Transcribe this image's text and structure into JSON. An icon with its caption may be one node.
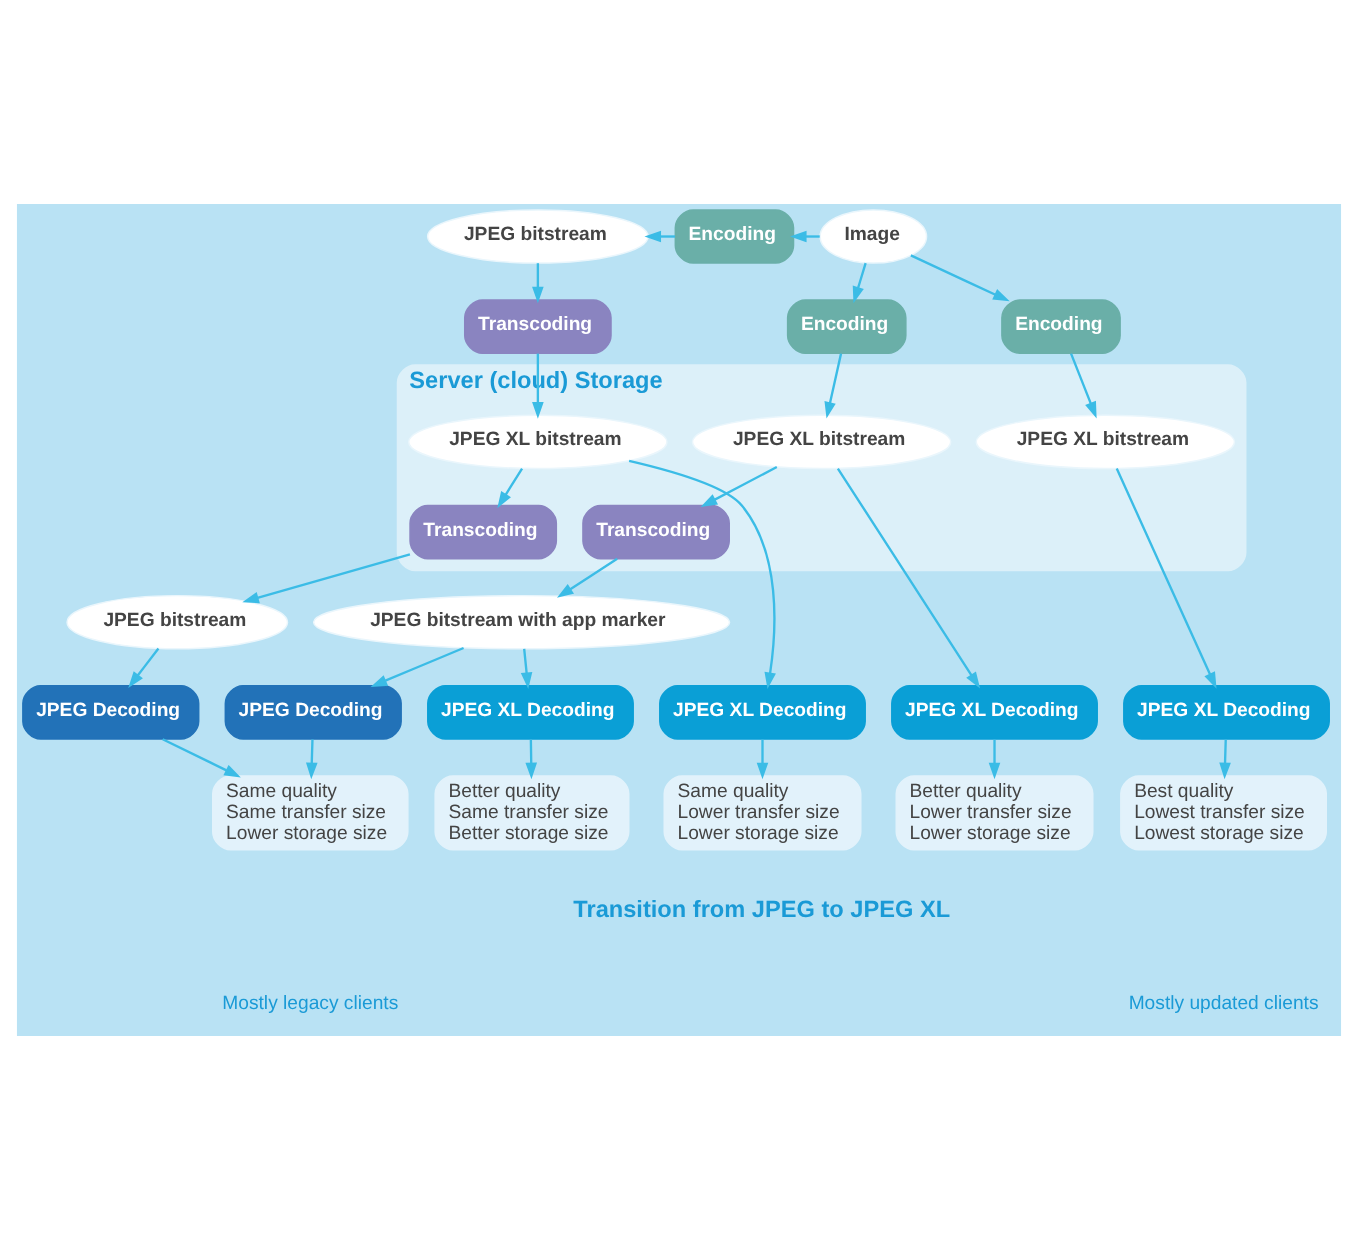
{
  "diagram": {
    "nodes": [
      {
        "text": [
          "Server (cloud) Storage"
        ]
      },
      {
        "text": [
          "Image"
        ]
      },
      {
        "text": [
          "Encoding"
        ]
      },
      {
        "text": [
          "JPEG bitstream"
        ]
      },
      {
        "text": [
          "Transcoding"
        ]
      },
      {
        "text": [
          "Encoding"
        ]
      },
      {
        "text": [
          "Encoding"
        ]
      },
      {
        "text": [
          "JPEG XL bitstream"
        ],
        "in": 0
      },
      {
        "text": [
          "JPEG XL bitstream"
        ],
        "in": 0
      },
      {
        "text": [
          "JPEG XL bitstream"
        ],
        "in": 0
      },
      {
        "text": [
          "Transcoding"
        ],
        "in": 0
      },
      {
        "text": [
          "Transcoding"
        ],
        "in": 0
      },
      {
        "text": [
          "JPEG bitstream"
        ]
      },
      {
        "text": [
          "JPEG bitstream with app marker"
        ]
      },
      {
        "text": [
          "JPEG Decoding"
        ]
      },
      {
        "text": [
          "JPEG Decoding"
        ]
      },
      {
        "text": [
          "JPEG XL Decoding"
        ]
      },
      {
        "text": [
          "JPEG XL Decoding"
        ]
      },
      {
        "text": [
          "JPEG XL Decoding"
        ]
      },
      {
        "text": [
          "JPEG XL Decoding"
        ]
      },
      {
        "text": [
          "Same quality",
          "Same transfer size",
          "Lower storage size"
        ]
      },
      {
        "text": [
          "Better quality",
          "Same transfer size",
          "Better storage size"
        ]
      },
      {
        "text": [
          "Same quality",
          "Lower transfer size",
          "Lower storage size"
        ]
      },
      {
        "text": [
          "Better quality",
          "Lower transfer size",
          "Lower storage size"
        ]
      },
      {
        "text": [
          "Best quality",
          "Lowest transfer size",
          "Lowest storage size"
        ]
      }
    ],
    "edges": [
      {
        "from": 1,
        "to": 2,
        "arrow": "to"
      },
      {
        "from": 2,
        "to": 3,
        "arrow": "to"
      },
      {
        "from": 1,
        "to": 5,
        "arrow": "to"
      },
      {
        "from": 1,
        "to": 6,
        "arrow": "to"
      },
      {
        "from": 3,
        "to": 4,
        "arrow": "to"
      },
      {
        "from": 4,
        "to": 7,
        "arrow": "to"
      },
      {
        "from": 5,
        "to": 8,
        "arrow": "to"
      },
      {
        "from": 6,
        "to": 9,
        "arrow": "to"
      },
      {
        "from": 7,
        "to": 10,
        "arrow": "to"
      },
      {
        "from": 7,
        "to": 17,
        "arrow": "to"
      },
      {
        "from": 8,
        "to": 11,
        "arrow": "to"
      },
      {
        "from": 8,
        "to": 18,
        "arrow": "to"
      },
      {
        "from": 9,
        "to": 19,
        "arrow": "to"
      },
      {
        "from": 10,
        "to": 12,
        "arrow": "to"
      },
      {
        "from": 11,
        "to": 13,
        "arrow": "to"
      },
      {
        "from": 12,
        "to": 14,
        "arrow": "to"
      },
      {
        "from": 13,
        "to": 15,
        "arrow": "to"
      },
      {
        "from": 13,
        "to": 16,
        "arrow": "to"
      },
      {
        "from": 14,
        "to": 20,
        "arrow": "to"
      },
      {
        "from": 15,
        "to": 20,
        "arrow": "to"
      },
      {
        "from": 16,
        "to": 21,
        "arrow": "to"
      },
      {
        "from": 17,
        "to": 22,
        "arrow": "to"
      },
      {
        "from": 18,
        "to": 23,
        "arrow": "to"
      },
      {
        "from": 19,
        "to": 24,
        "arrow": "to"
      }
    ],
    "labels": [
      "Transition from JPEG to JPEG XL",
      "Mostly legacy clients",
      "Mostly updated clients"
    ]
  }
}
